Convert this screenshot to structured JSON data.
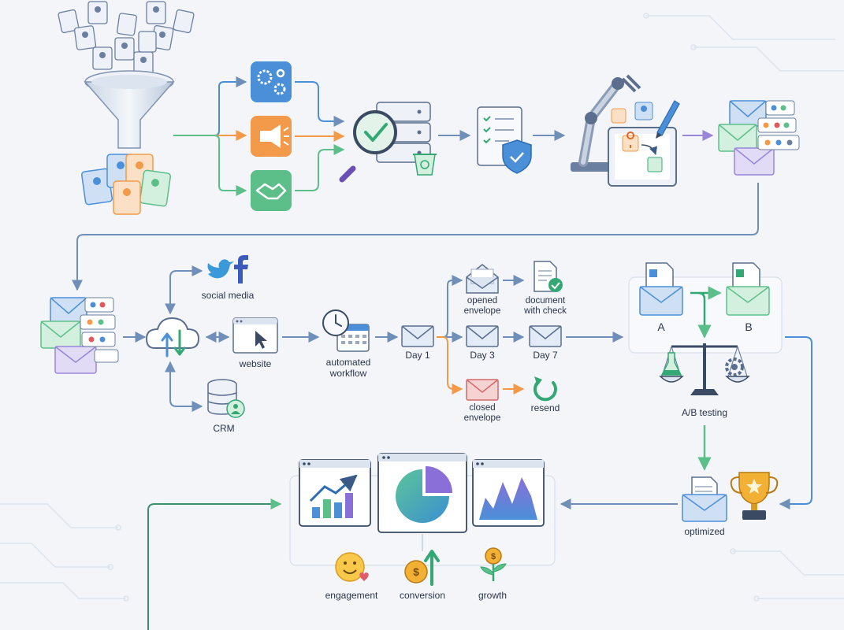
{
  "labels": {
    "social_media": "social media",
    "website": "website",
    "crm": "CRM",
    "automated_workflow": [
      "automated",
      "workflow"
    ],
    "day1": "Day 1",
    "day3": "Day 3",
    "day7": "Day 7",
    "opened_envelope": [
      "opened",
      "envelope"
    ],
    "document_with_check": [
      "document",
      "with check"
    ],
    "closed_envelope": [
      "closed",
      "envelope"
    ],
    "resend": "resend",
    "variant_a": "A",
    "variant_b": "B",
    "ab_testing": "A/B testing",
    "optimized": "optimized",
    "engagement": "engagement",
    "conversion": "conversion",
    "growth": "growth"
  },
  "colors": {
    "blue": "#4a8fd8",
    "orange": "#f29a4a",
    "green": "#5cbf8a",
    "purple": "#9a86d8",
    "line": "#6f8fb8",
    "dark": "#3a4a63"
  },
  "icons": [
    "contact-cards-icon",
    "funnel-icon",
    "gears-icon",
    "megaphone-icon",
    "handshake-icon",
    "magnifier-check-icon",
    "server-icon",
    "recycle-bin-icon",
    "checklist-shield-icon",
    "robot-arm-icon",
    "tablet-icon",
    "pen-icon",
    "email-stack-icon",
    "cloud-sync-icon",
    "twitter-icon",
    "facebook-icon",
    "browser-cursor-icon",
    "database-user-icon",
    "clock-calendar-icon",
    "envelope-icon",
    "document-check-icon",
    "resend-icon",
    "scale-icon",
    "flask-icon",
    "gear-icon",
    "trophy-icon",
    "bar-chart-icon",
    "pie-chart-icon",
    "area-chart-icon",
    "smiley-icon",
    "dollar-coin-icon",
    "plant-coin-icon"
  ]
}
